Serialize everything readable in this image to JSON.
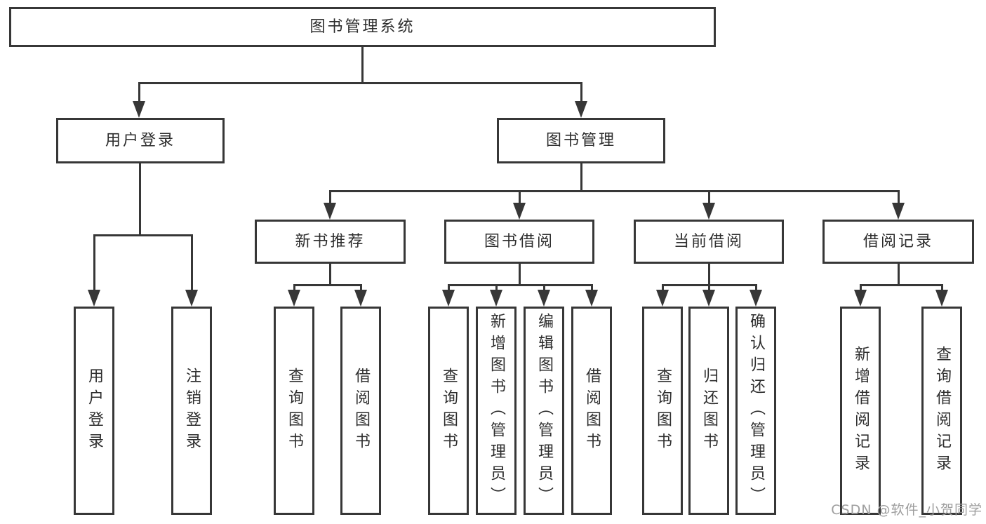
{
  "diagram": {
    "root": {
      "label": "图书管理系统"
    },
    "branches": [
      {
        "label": "用户登录",
        "children": [
          {
            "label": "用户登录"
          },
          {
            "label": "注销登录"
          }
        ]
      },
      {
        "label": "图书管理",
        "children": [
          {
            "label": "新书推荐",
            "children": [
              {
                "label": "查询图书"
              },
              {
                "label": "借阅图书"
              }
            ]
          },
          {
            "label": "图书借阅",
            "children": [
              {
                "label": "查询图书"
              },
              {
                "label": "新增图书（管理员）"
              },
              {
                "label": "编辑图书（管理员）"
              },
              {
                "label": "借阅图书"
              }
            ]
          },
          {
            "label": "当前借阅",
            "children": [
              {
                "label": "查询图书"
              },
              {
                "label": "归还图书"
              },
              {
                "label": "确认归还（管理员）"
              }
            ]
          },
          {
            "label": "借阅记录",
            "children": [
              {
                "label": "新增借阅记录"
              },
              {
                "label": "查询借阅记录"
              }
            ]
          }
        ]
      }
    ]
  },
  "watermark": {
    "text": "CSDN @软件_小贺同学"
  },
  "colors": {
    "line": "#373737",
    "text": "#2d2d2d",
    "watermark": "#9e9e9e",
    "background": "#ffffff"
  }
}
